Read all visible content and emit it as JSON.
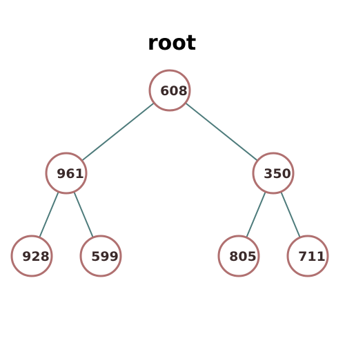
{
  "title": "root",
  "colors": {
    "edge": "#4d7b7b",
    "node_stroke": "#b07070",
    "node_fill": "#ffffff",
    "label": "#3a2a2a",
    "title": "#000000"
  },
  "nodes": [
    {
      "id": "n0",
      "label": "608"
    },
    {
      "id": "n1",
      "label": "961"
    },
    {
      "id": "n2",
      "label": "350"
    },
    {
      "id": "n3",
      "label": "928"
    },
    {
      "id": "n4",
      "label": "599"
    },
    {
      "id": "n5",
      "label": "805"
    },
    {
      "id": "n6",
      "label": "711"
    }
  ],
  "edges": [
    {
      "from": "n0",
      "to": "n1"
    },
    {
      "from": "n0",
      "to": "n2"
    },
    {
      "from": "n1",
      "to": "n3"
    },
    {
      "from": "n1",
      "to": "n4"
    },
    {
      "from": "n2",
      "to": "n5"
    },
    {
      "from": "n2",
      "to": "n6"
    }
  ]
}
